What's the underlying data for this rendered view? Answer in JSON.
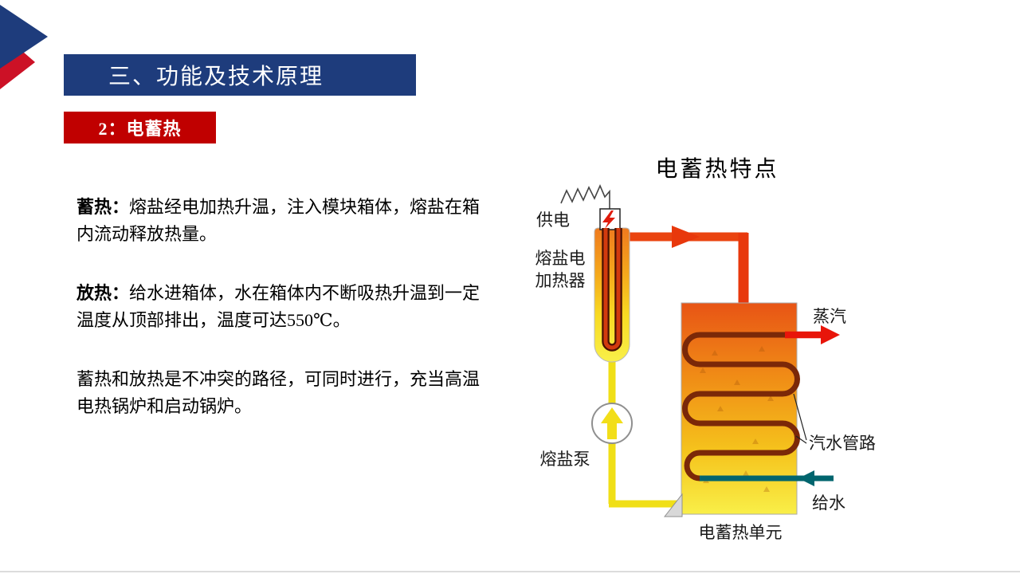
{
  "slide": {
    "banner_title": "三、功能及技术原理",
    "badge": "2：电蓄热",
    "paragraphs": [
      {
        "lead": "蓄热：",
        "body": "熔盐经电加热升温，注入模块箱体，熔盐在箱内流动释放热量。"
      },
      {
        "lead": "放热：",
        "body": "给水进箱体，水在箱体内不断吸热升温到一定温度从顶部排出，温度可达550℃。"
      },
      {
        "lead": "",
        "body": "蓄热和放热是不冲突的路径，可同时进行，充当高温电热锅炉和启动锅炉。"
      }
    ]
  },
  "diagram": {
    "title": "电蓄热特点",
    "labels": {
      "power": "供电",
      "heater_line1": "熔盐电",
      "heater_line2": "加热器",
      "steam": "蒸汽",
      "steam_water_pipe": "汽水管路",
      "feed_water": "给水",
      "pump": "熔盐泵",
      "unit": "电蓄热单元"
    }
  },
  "colors": {
    "banner_blue": "#1e3c7c",
    "badge_red": "#c00000",
    "corner_red": "#cc1126",
    "pipe_red": "#ea4410",
    "steam_red": "#e8150a",
    "coil_dark_red": "#7b2808",
    "feedwater_teal": "#00656e",
    "pipe_yellow": "#f0df17",
    "box_gradient_top": "#e85415",
    "box_gradient_bottom": "#f9ef48"
  }
}
